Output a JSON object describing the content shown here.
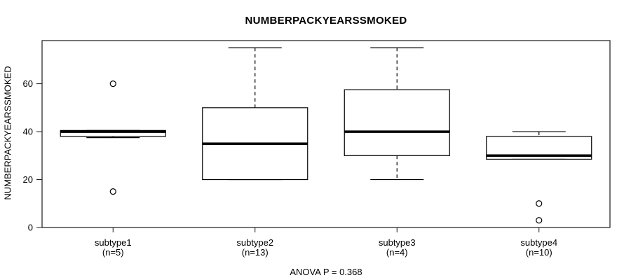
{
  "figure": {
    "title": "NUMBERPACKYEARSSMOKED",
    "y_axis_label": "NUMBERPACKYEARSSMOKED",
    "caption": "ANOVA P = 0.368"
  },
  "chart_data": {
    "type": "boxplot",
    "title": "NUMBERPACKYEARSSMOKED",
    "ylabel": "NUMBERPACKYEARSSMOKED",
    "xlabel": "",
    "caption": "ANOVA P = 0.368",
    "ylim": [
      0,
      78
    ],
    "yticks": [
      0,
      20,
      40,
      60
    ],
    "grid": false,
    "legend": "none",
    "groups": [
      {
        "label": "subtype1",
        "sublabel": "(n=5)",
        "n": 5,
        "whisker_low": 37.5,
        "q1": 38,
        "median": 40,
        "q3": 40.5,
        "whisker_high": 40.5,
        "outliers": [
          60,
          15
        ]
      },
      {
        "label": "subtype2",
        "sublabel": "(n=13)",
        "n": 13,
        "whisker_low": 20,
        "q1": 20,
        "median": 35,
        "q3": 50,
        "whisker_high": 75,
        "outliers": []
      },
      {
        "label": "subtype3",
        "sublabel": "(n=4)",
        "n": 4,
        "whisker_low": 20,
        "q1": 30,
        "median": 40,
        "q3": 57.5,
        "whisker_high": 75,
        "outliers": []
      },
      {
        "label": "subtype4",
        "sublabel": "(n=10)",
        "n": 10,
        "whisker_low": 28.5,
        "q1": 28.5,
        "median": 30,
        "q3": 38,
        "whisker_high": 40,
        "outliers": [
          10,
          3
        ]
      }
    ]
  }
}
